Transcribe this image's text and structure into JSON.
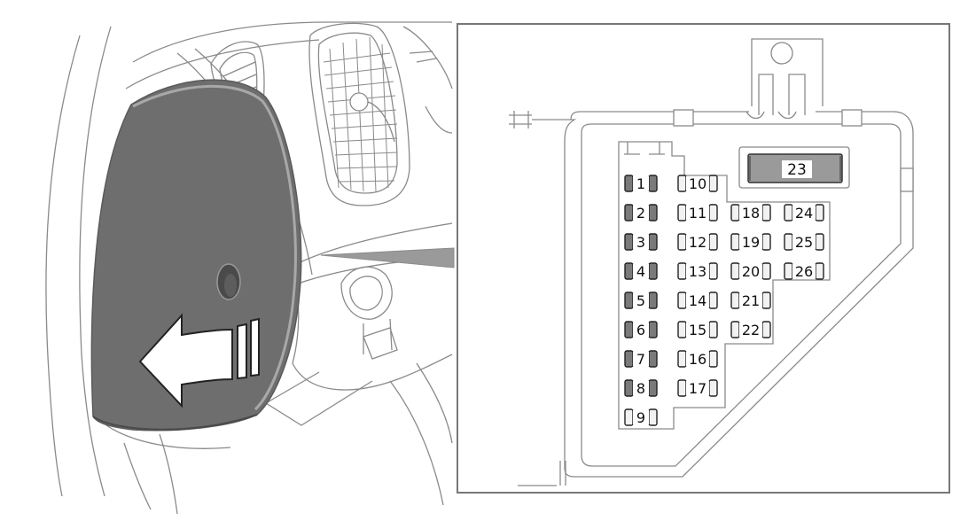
{
  "colors": {
    "background": "#ffffff",
    "line": "#8a8a8a",
    "panel_fill": "#6e6e6e",
    "panel_highlight": "#a8a8a8",
    "frame": "#777777",
    "fuse_dark": "#7a7a7a",
    "fuse_light": "#f2f2f2",
    "big_fuse_outer": "#9a9a9a",
    "big_fuse_inner": "#ffffff",
    "arrow_fill": "#ffffff"
  },
  "icons": {
    "removal_arrow": "arrow-left-icon",
    "dashboard": "dashboard-cover-illustration"
  },
  "fusebox": {
    "big_fuse": {
      "number": "23"
    },
    "columns": [
      {
        "fuses": [
          {
            "number": "1",
            "shade": "dark"
          },
          {
            "number": "2",
            "shade": "dark"
          },
          {
            "number": "3",
            "shade": "dark"
          },
          {
            "number": "4",
            "shade": "dark"
          },
          {
            "number": "5",
            "shade": "dark"
          },
          {
            "number": "6",
            "shade": "dark"
          },
          {
            "number": "7",
            "shade": "dark"
          },
          {
            "number": "8",
            "shade": "dark"
          },
          {
            "number": "9",
            "shade": "light"
          }
        ]
      },
      {
        "fuses": [
          {
            "number": "10",
            "shade": "light"
          },
          {
            "number": "11",
            "shade": "light"
          },
          {
            "number": "12",
            "shade": "light"
          },
          {
            "number": "13",
            "shade": "light"
          },
          {
            "number": "14",
            "shade": "light"
          },
          {
            "number": "15",
            "shade": "light"
          },
          {
            "number": "16",
            "shade": "light"
          },
          {
            "number": "17",
            "shade": "light"
          }
        ]
      },
      {
        "fuses": [
          {
            "number": "18",
            "shade": "light"
          },
          {
            "number": "19",
            "shade": "light"
          },
          {
            "number": "20",
            "shade": "light"
          },
          {
            "number": "21",
            "shade": "light"
          },
          {
            "number": "22",
            "shade": "light"
          }
        ]
      },
      {
        "fuses": [
          {
            "number": "24",
            "shade": "light"
          },
          {
            "number": "25",
            "shade": "light"
          },
          {
            "number": "26",
            "shade": "light"
          }
        ]
      }
    ]
  }
}
